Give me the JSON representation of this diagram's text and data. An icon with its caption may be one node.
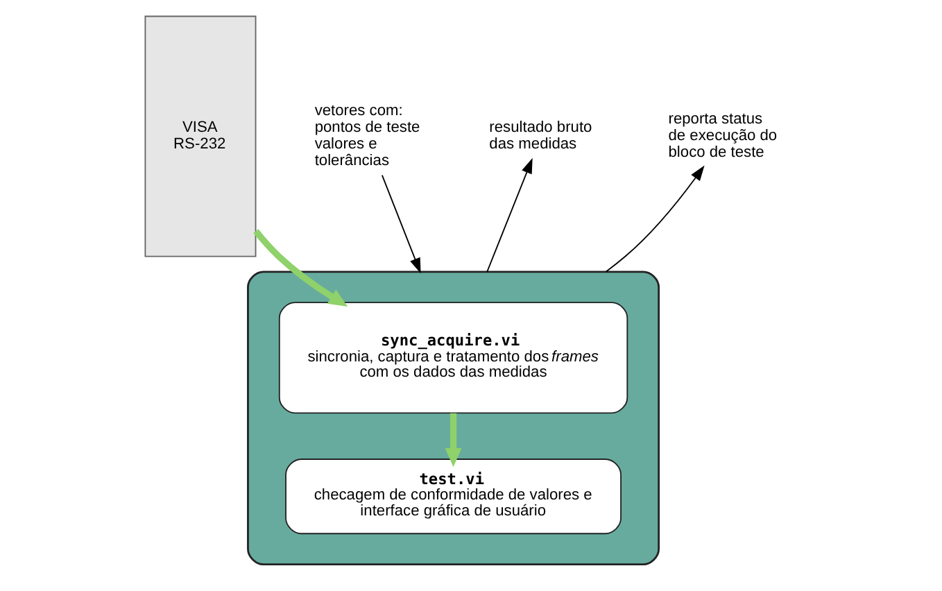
{
  "diagram": {
    "nodes": [
      {
        "text": [
          "VISA RS-232"
        ]
      },
      {
        "text": [],
        "shape": "box"
      },
      {
        "text": [
          "sync_acquire.vi",
          "sincronia, captura e tratamento dos *frames* com os dados das medidas"
        ],
        "in": 1
      },
      {
        "text": [
          "test.vi",
          "checagem de conformidade de valores e interface gráfica de usuário"
        ],
        "in": 1
      },
      {
        "text": [
          "vetores com: pontos de teste valores e tolerâncias"
        ]
      },
      {
        "text": [
          "resultado bruto das medidas"
        ]
      },
      {
        "text": [
          "reporta status de execução do bloco de teste"
        ]
      }
    ],
    "edges": [
      {
        "from": 0,
        "to": 2,
        "arrow": "to",
        "style": "thick",
        "color": "#8fd16a"
      },
      {
        "from": 2,
        "to": 3,
        "arrow": "to",
        "style": "thick",
        "color": "#8fd16a"
      },
      {
        "from": 4,
        "to": 1,
        "arrow": "to"
      },
      {
        "from": 1,
        "to": 5,
        "arrow": "to"
      },
      {
        "from": 1,
        "to": 6,
        "arrow": "to"
      }
    ]
  }
}
